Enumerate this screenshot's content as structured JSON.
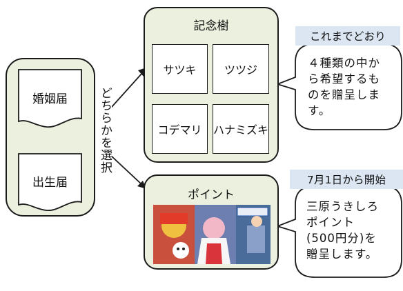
{
  "left": {
    "document_1": "婚姻届",
    "document_2": "出生届"
  },
  "choice_label": "どちらかを選択",
  "top_panel": {
    "title": "記念樹",
    "items": [
      "サツキ",
      "ツツジ",
      "コデマリ",
      "ハナミズキ"
    ],
    "badge": "これまでどおり",
    "bubble": "４種類の中か\nら希望するも\nのを贈呈しま\nす。"
  },
  "bottom_panel": {
    "title": "ポイント",
    "image_description": "三原うきしろポイント poster illustration",
    "badge": "7月1日から開始",
    "bubble": "三原うきしろ\nポイント\n(500円分)を\n贈呈します。"
  },
  "colors": {
    "panel_fill": "#ebf1de",
    "left_panel_fill": "#ebf1de",
    "badge_fill": "#dbe6f2"
  }
}
